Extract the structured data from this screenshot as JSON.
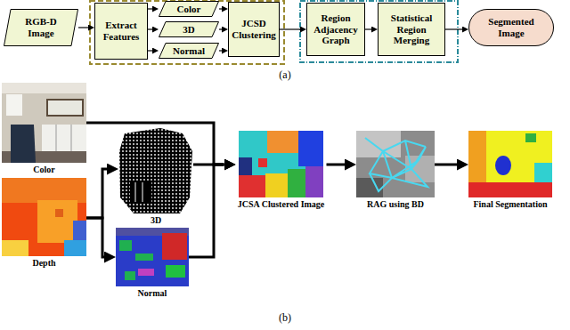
{
  "diagram": {
    "nodes": [
      {
        "text": [
          "RGB-D Image"
        ]
      },
      {
        "text": [
          "Extract Features"
        ]
      },
      {
        "text": [
          "Color"
        ]
      },
      {
        "text": [
          "3D"
        ]
      },
      {
        "text": [
          "Normal"
        ]
      },
      {
        "text": [
          "JCSD Clustering"
        ]
      },
      {
        "text": [
          "Region Adjacency Graph"
        ]
      },
      {
        "text": [
          "Statistical Region Merging"
        ]
      },
      {
        "text": [
          "Segmented Image"
        ]
      },
      {
        "text": [
          "Color"
        ]
      },
      {
        "text": [
          "Depth"
        ]
      },
      {
        "text": [
          "3D"
        ]
      },
      {
        "text": [
          "Normal"
        ]
      },
      {
        "text": [
          "JCSA Clustered Image"
        ]
      },
      {
        "text": [
          "RAG using BD"
        ]
      },
      {
        "text": [
          "Final Segmentation"
        ]
      }
    ],
    "edges": [
      {
        "from": 0,
        "to": 1,
        "arrow": "to"
      },
      {
        "from": 1,
        "to": 2,
        "arrow": "to"
      },
      {
        "from": 1,
        "to": 3,
        "arrow": "to"
      },
      {
        "from": 1,
        "to": 4,
        "arrow": "to"
      },
      {
        "from": 2,
        "to": 5,
        "arrow": "to"
      },
      {
        "from": 3,
        "to": 5,
        "arrow": "to"
      },
      {
        "from": 4,
        "to": 5,
        "arrow": "to"
      },
      {
        "from": 5,
        "to": 6,
        "arrow": "to"
      },
      {
        "from": 6,
        "to": 7,
        "arrow": "to"
      },
      {
        "from": 7,
        "to": 8,
        "arrow": "to"
      },
      {
        "from": 9,
        "to": 13,
        "arrow": "to"
      },
      {
        "from": 10,
        "to": 11,
        "arrow": "to"
      },
      {
        "from": 10,
        "to": 12,
        "arrow": "to"
      },
      {
        "from": 11,
        "to": 13,
        "arrow": "to"
      },
      {
        "from": 12,
        "to": 13,
        "arrow": "to"
      },
      {
        "from": 13,
        "to": 14,
        "arrow": "to"
      },
      {
        "from": 14,
        "to": 15,
        "arrow": "to"
      }
    ],
    "labels": [
      "(a)",
      "(b)"
    ]
  }
}
